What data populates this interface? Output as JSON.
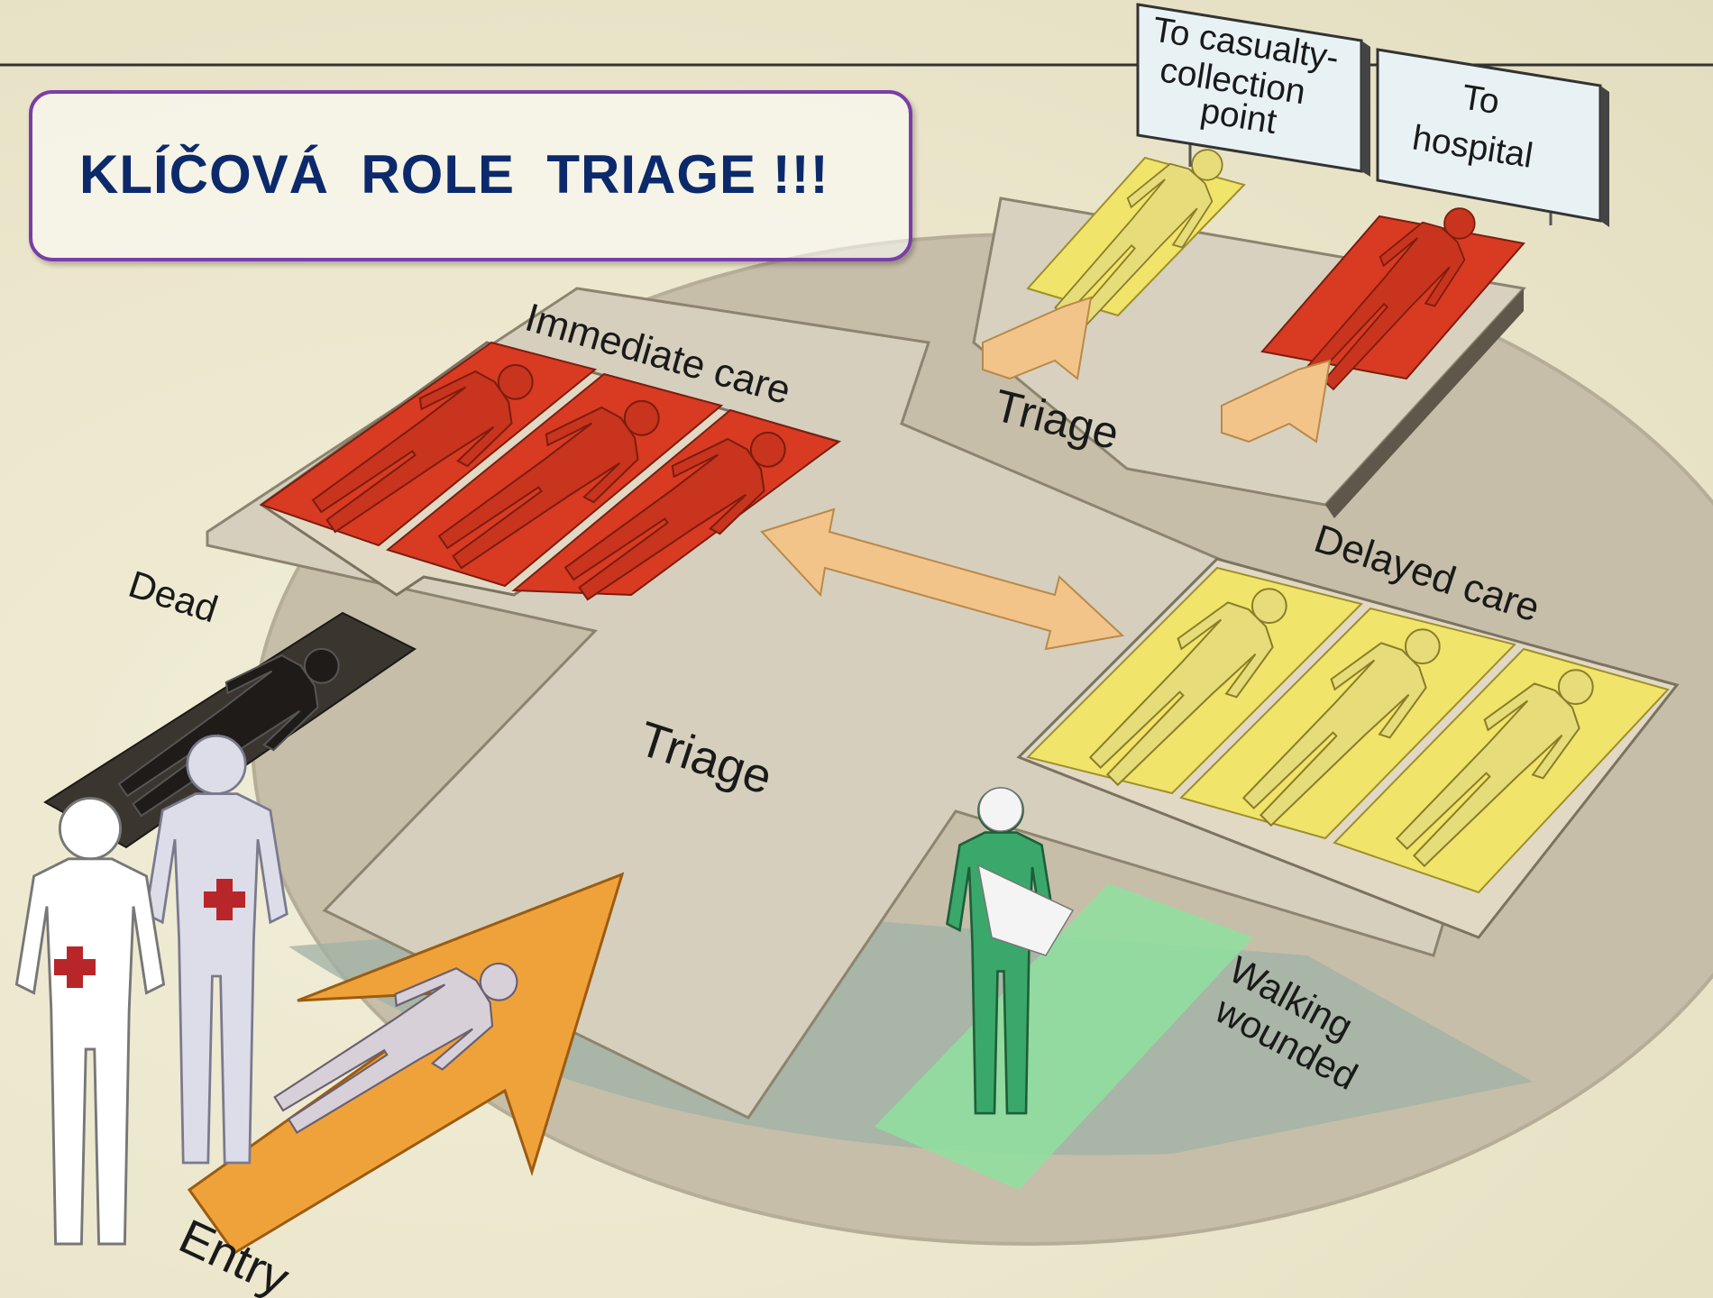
{
  "title": "KLÍČOVÁ  ROLE  TRIAGE !!!",
  "signs": {
    "casualty": [
      "To casualty-",
      "collection",
      "point"
    ],
    "hospital": [
      "To",
      "hospital"
    ]
  },
  "labels": {
    "immediate": "Immediate care",
    "delayed": "Delayed care",
    "triage_top": "Triage",
    "triage_center": "Triage",
    "dead": "Dead",
    "walking_line1": "Walking",
    "walking_line2": "wounded",
    "entry": "Entry"
  },
  "colors": {
    "immediate": "#d93a22",
    "delayed": "#f0e46a",
    "dead": "#2a2623",
    "walking": "#3aa86a",
    "arrow": "#f2c48a",
    "entry_arrow": "#f0a23a",
    "floor": "#c9c1ae",
    "platform": "#d2cab6",
    "title": "#0c2a6b",
    "title_border": "#7a3ea8"
  }
}
